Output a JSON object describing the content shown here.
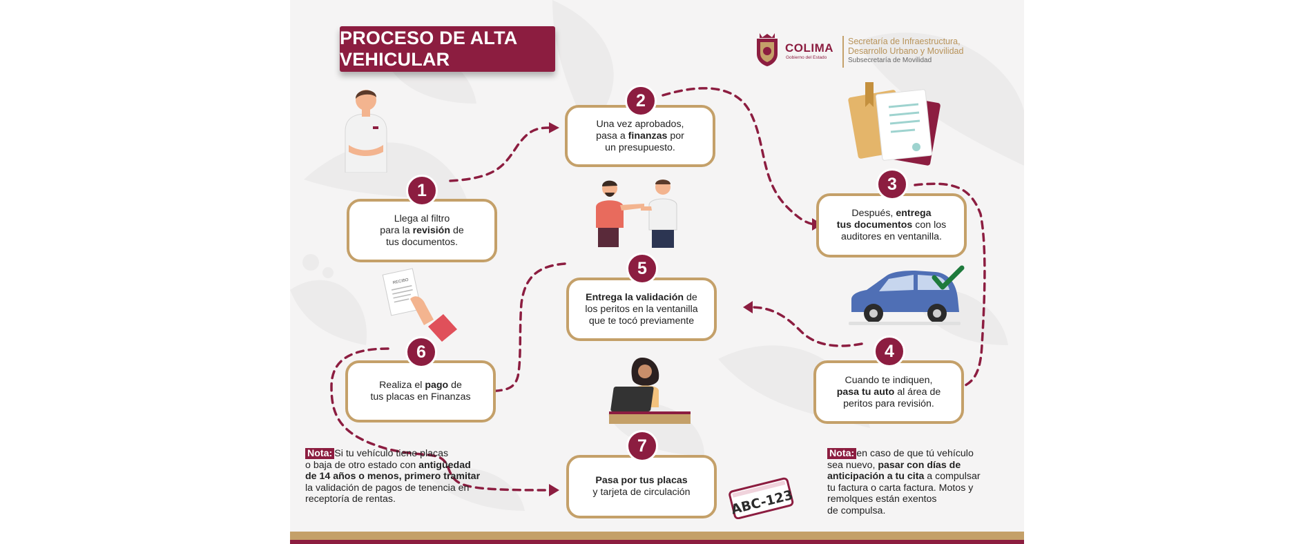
{
  "title": "PROCESO DE ALTA VEHICULAR",
  "logo": {
    "brand": "COLIMA",
    "tagline": "Gobierno del Estado",
    "secretaria_line1": "Secretaría de Infraestructura,",
    "secretaria_line2": "Desarrollo Urbano y Movilidad",
    "subsecretaria": "Subsecretaría de Movilidad"
  },
  "steps": [
    {
      "number": "1",
      "pre": "Llega al filtro",
      "pre2": "para la ",
      "bold": "revisión",
      "post": " de",
      "post2": "tus documentos."
    },
    {
      "number": "2",
      "pre": "Una vez aprobados,",
      "pre2": "pasa a ",
      "bold": "finanzas",
      "post": " por",
      "post2": "un presupuesto."
    },
    {
      "number": "3",
      "pre": "Después, ",
      "bold": "entrega",
      "bold2": "tus documentos",
      "post": " con los",
      "post2": "auditores en ventanilla."
    },
    {
      "number": "4",
      "pre": "Cuando te indiquen,",
      "bold": "pasa tu auto",
      "post": " al área de",
      "post2": "peritos para revisión."
    },
    {
      "number": "5",
      "bold": "Entrega la validación",
      "post": " de",
      "post2": "los peritos en la ventanilla",
      "post3": "que te tocó previamente"
    },
    {
      "number": "6",
      "pre": "Realiza el ",
      "bold": "pago",
      "post": " de",
      "post2": "tus placas en Finanzas"
    },
    {
      "number": "7",
      "bold": "Pasa por tus placas",
      "post2": "y tarjeta de circulación"
    }
  ],
  "note_left": {
    "tag": "Nota:",
    "t1": "Si tu vehículo tiene placas",
    "t2": "o baja de otro estado con ",
    "b1": "antigüedad",
    "b2": "de 14 años o menos, primero tramitar",
    "t3": "la validación de pagos de tenencia en",
    "t4": "receptoría de rentas."
  },
  "note_right": {
    "tag": "Nota:",
    "t1": "en caso de que tú vehículo",
    "t2": "sea nuevo, ",
    "b1": "pasar con días de",
    "b2": "anticipación a tu cita",
    "t3": " a compulsar",
    "t4": "tu factura o carta factura. Motos y",
    "t5": "remolques están exentos",
    "t6": "de compulsa."
  },
  "plate_text": "ABC-123",
  "receipt_text": "RECIBO",
  "colors": {
    "maroon": "#8c1d40",
    "gold": "#c4a069",
    "background": "#f5f4f4",
    "car": "#4f6fb5",
    "check": "#1e7a3c"
  }
}
